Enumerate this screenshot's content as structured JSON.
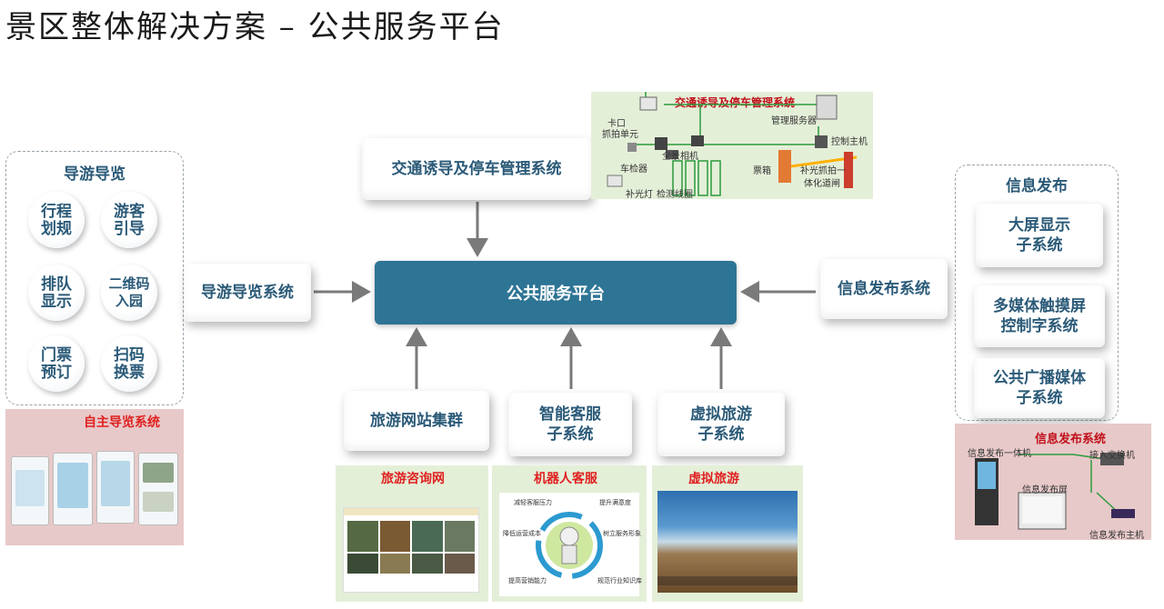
{
  "title": "景区整体解决方案 – 公共服务平台",
  "center": "公共服务平台",
  "left_panel": {
    "title": "导游导览",
    "items": [
      {
        "line1": "行程",
        "line2": "划规"
      },
      {
        "line1": "游客",
        "line2": "引导"
      },
      {
        "line1": "排队",
        "line2": "显示"
      },
      {
        "line1": "二维码",
        "line2": "入园"
      },
      {
        "line1": "门票",
        "line2": "预订"
      },
      {
        "line1": "扫码",
        "line2": "换票"
      }
    ],
    "image_title": "自主导览系统"
  },
  "left_system": "导游导览系统",
  "top_system": "交通诱导及停车管理系统",
  "top_image": {
    "title": "交通诱导及停车管理系统",
    "labels": {
      "kakou": "卡口",
      "zhuapai": "抓拍单元",
      "quanjing": "全景相机",
      "cheqjianqi": "车检器",
      "buguangdeng": "补光灯",
      "jiance": "检测线圈",
      "guanli": "管理服务器",
      "kongzhi": "控制主机",
      "piaoxiang": "票箱",
      "buguang2": "补光抓拍一",
      "tihua": "体化道闸"
    }
  },
  "right_system": "信息发布系统",
  "right_panel": {
    "title": "信息发布",
    "items": [
      {
        "line1": "大屏显示",
        "line2": "子系统"
      },
      {
        "line1": "多媒体触摸屏",
        "line2": "控制字系统"
      },
      {
        "line1": "公共广播媒体",
        "line2": "子系统"
      }
    ],
    "image": {
      "title": "信息发布系统",
      "labels": {
        "yiti": "信息发布一体机",
        "jieru": "接入交换机",
        "ping": "信息发布屏",
        "zhuji": "信息发布主机"
      }
    }
  },
  "bottom": [
    {
      "line1": "旅游网站集群",
      "line2": "",
      "image_title": "旅游咨询网"
    },
    {
      "line1": "智能客服",
      "line2": "子系统",
      "image_title": "机器人客服"
    },
    {
      "line1": "虚拟旅游",
      "line2": "子系统",
      "image_title": "虚拟旅游"
    }
  ],
  "robot_labels": {
    "a": "减轻客服压力",
    "b": "提升满意度",
    "c": "降低运营成本",
    "d": "树立服务形象",
    "e": "提高营销能力",
    "f": "规范行业知识库"
  },
  "colors": {
    "center_fill": "#2e7495",
    "text_blue": "#2b5a78",
    "arrow_gray": "#7a7a7a",
    "image_pink": "#e8c9c9",
    "image_green": "#e4efd8"
  }
}
